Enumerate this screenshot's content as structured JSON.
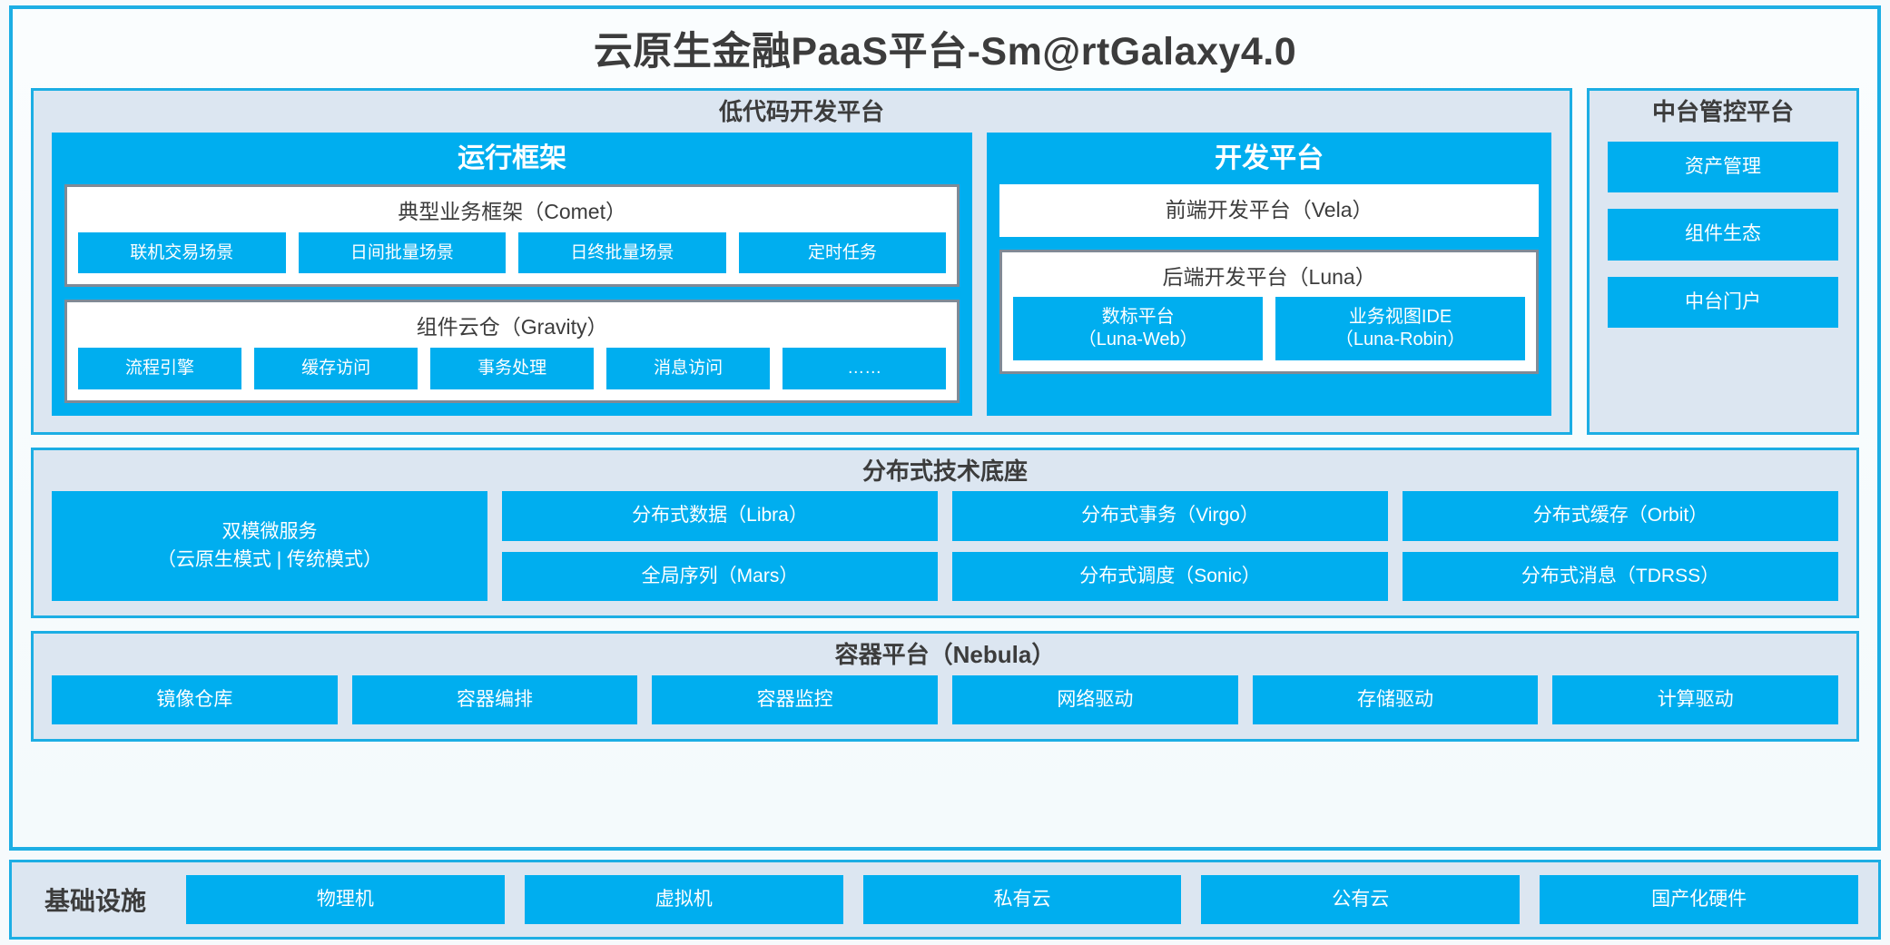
{
  "colors": {
    "accent_blue": "#00AEEF",
    "panel_blue_border": "#1CAEE4",
    "panel_fill": "#DCE6F1",
    "inner_border_gray": "#808A96",
    "text_dark": "#3C3C3C",
    "page_bg": "#F6FAFC"
  },
  "app": {
    "title": "云原生金融PaaS平台-Sm@rtGalaxy4.0"
  },
  "lowcode": {
    "title": "低代码开发平台",
    "runtime": {
      "title": "运行框架",
      "comet": {
        "title": "典型业务框架（Comet）",
        "chips": [
          "联机交易场景",
          "日间批量场景",
          "日终批量场景",
          "定时任务"
        ]
      },
      "gravity": {
        "title": "组件云仓（Gravity）",
        "chips": [
          "流程引擎",
          "缓存访问",
          "事务处理",
          "消息访问",
          "……"
        ]
      }
    },
    "devplatform": {
      "title": "开发平台",
      "frontend": "前端开发平台（Vela）",
      "backend": {
        "title": "后端开发平台（Luna）",
        "chips": [
          {
            "line1": "数标平台",
            "line2": "（Luna-Web）"
          },
          {
            "line1": "业务视图IDE",
            "line2": "（Luna-Robin）"
          }
        ]
      }
    }
  },
  "midcontrol": {
    "title": "中台管控平台",
    "chips": [
      "资产管理",
      "组件生态",
      "中台门户"
    ]
  },
  "distbase": {
    "title": "分布式技术底座",
    "col1": [
      {
        "line1": "双模微服务",
        "line2": "（云原生模式 | 传统模式）"
      }
    ],
    "col2": [
      "分布式数据（Libra）",
      "全局序列（Mars）"
    ],
    "col3": [
      "分布式事务（Virgo）",
      "分布式调度（Sonic）"
    ],
    "col4": [
      "分布式缓存（Orbit）",
      "分布式消息（TDRSS）"
    ]
  },
  "containerplatform": {
    "title": "容器平台（Nebula）",
    "chips": [
      "镜像仓库",
      "容器编排",
      "容器监控",
      "网络驱动",
      "存储驱动",
      "计算驱动"
    ]
  },
  "infrastructure": {
    "label": "基础设施",
    "chips": [
      "物理机",
      "虚拟机",
      "私有云",
      "公有云",
      "国产化硬件"
    ]
  }
}
